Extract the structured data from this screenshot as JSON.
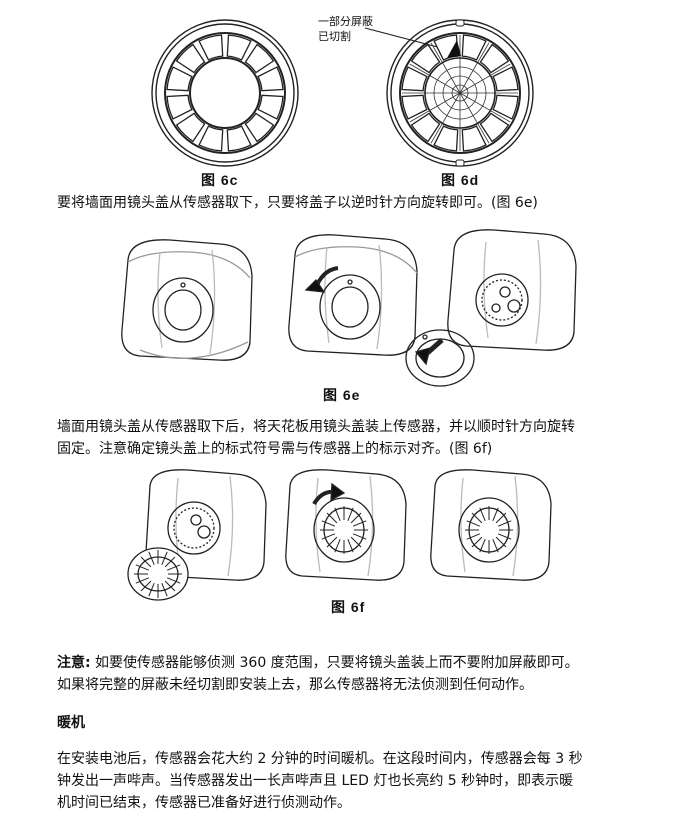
{
  "figures": {
    "fig6c": {
      "caption": "图 6c"
    },
    "fig6d": {
      "caption": "图 6d",
      "callout_line1": "一部分屏蔽",
      "callout_line2": "已切割"
    },
    "fig6e": {
      "caption": "图 6e"
    },
    "fig6f": {
      "caption": "图 6f"
    }
  },
  "text": {
    "para_6e": "要将墙面用镜头盖从传感器取下，只要将盖子以逆时针方向旋转即可。(图 6e)",
    "para_6f_line1": "墙面用镜头盖从传感器取下后，将天花板用镜头盖装上传感器，并以顺时针方向旋转",
    "para_6f_line2": "固定。注意确定镜头盖上的标式符号需与传感器上的标示对齐。(图 6f)",
    "note_label": "注意:",
    "note_line1": " 如要使传感器能够侦测 360 度范围，只要将镜头盖装上而不要附加屏蔽即可。",
    "note_line2": "如果将完整的屏蔽未经切割即安装上去，那么传感器将无法侦测到任何动作。",
    "heading_warmup": "暖机",
    "warm_line1": "在安装电池后，传感器会花大约 2 分钟的时间暖机。在这段时间内，传感器会每 3 秒",
    "warm_line2": "钟发出一声哔声。当传感器发出一长声哔声且 LED 灯也长亮约 5 秒钟时，即表示暖",
    "warm_line3": "机时间已结束，传感器已准备好进行侦测动作。"
  }
}
